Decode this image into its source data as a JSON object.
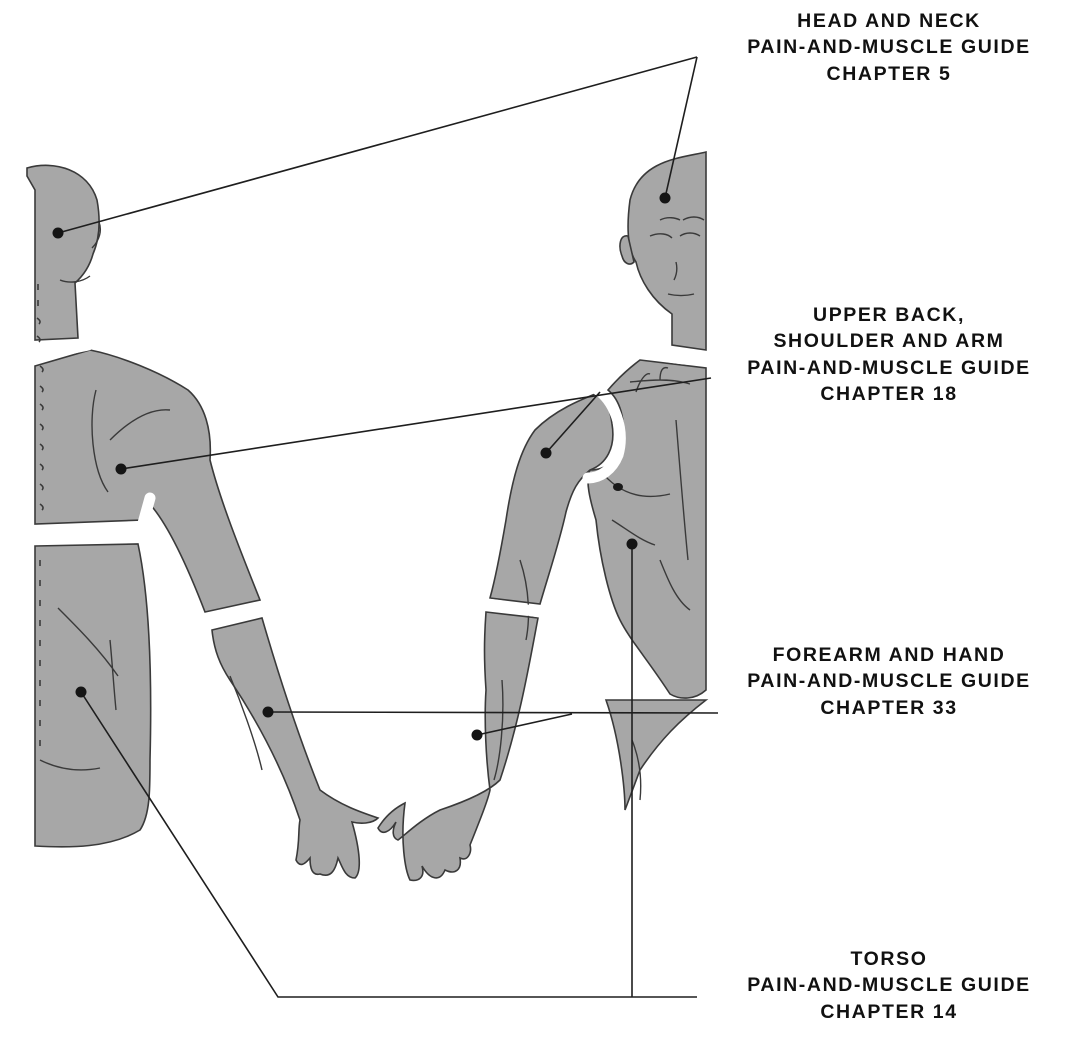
{
  "colors": {
    "body_fill": "#a7a7a7",
    "outline": "#3a3a3a",
    "leader": "#1e1e1e",
    "marker": "#151515",
    "background": "#ffffff",
    "text": "#111111"
  },
  "labels": [
    {
      "id": "head-neck",
      "lines": [
        "HEAD AND NECK",
        "PAIN-AND-MUSCLE GUIDE",
        "CHAPTER 5"
      ]
    },
    {
      "id": "upper-back",
      "lines": [
        "UPPER BACK,",
        "SHOULDER AND ARM",
        "PAIN-AND-MUSCLE GUIDE",
        "CHAPTER 18"
      ]
    },
    {
      "id": "forearm-hand",
      "lines": [
        "FOREARM AND HAND",
        "PAIN-AND-MUSCLE GUIDE",
        "CHAPTER 33"
      ]
    },
    {
      "id": "torso",
      "lines": [
        "TORSO",
        "PAIN-AND-MUSCLE GUIDE",
        "CHAPTER 14"
      ]
    }
  ]
}
